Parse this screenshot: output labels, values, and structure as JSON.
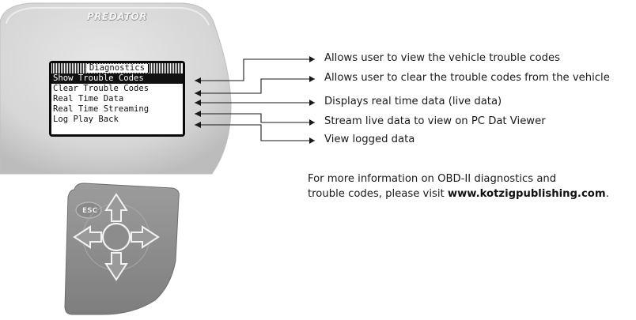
{
  "device": {
    "brand": "PREDATOR",
    "screen": {
      "title": "Diagnostics",
      "items": [
        {
          "label": "Show Trouble Codes",
          "selected": true
        },
        {
          "label": "Clear Trouble Codes",
          "selected": false
        },
        {
          "label": "Real Time Data",
          "selected": false
        },
        {
          "label": "Real Time Streaming",
          "selected": false
        },
        {
          "label": "Log Play Back",
          "selected": false
        }
      ]
    },
    "keypad": {
      "esc_label": "ESC",
      "icons": [
        "arrow-up-icon",
        "arrow-down-icon",
        "arrow-left-icon",
        "arrow-right-icon",
        "center-select-icon"
      ]
    }
  },
  "callouts": [
    "Allows user to view the vehicle trouble codes",
    "Allows user to clear the trouble codes from the vehicle",
    "Displays real time data (live data)",
    "Stream live data to view on PC Dat Viewer",
    "View logged data"
  ],
  "info": {
    "line1": "For more information on OBD-II diagnostics and",
    "line2_prefix": "trouble codes, please visit ",
    "line2_link": "www.kotzigpublishing.com",
    "line2_suffix": "."
  },
  "colors": {
    "device_body": "#d8d8d8",
    "device_edge": "#bdbdbd",
    "keypad": "#8f8f8f",
    "lcd_bg": "#ffffff",
    "lcd_border": "#0a0a0a",
    "line": "#1a1a1a"
  }
}
